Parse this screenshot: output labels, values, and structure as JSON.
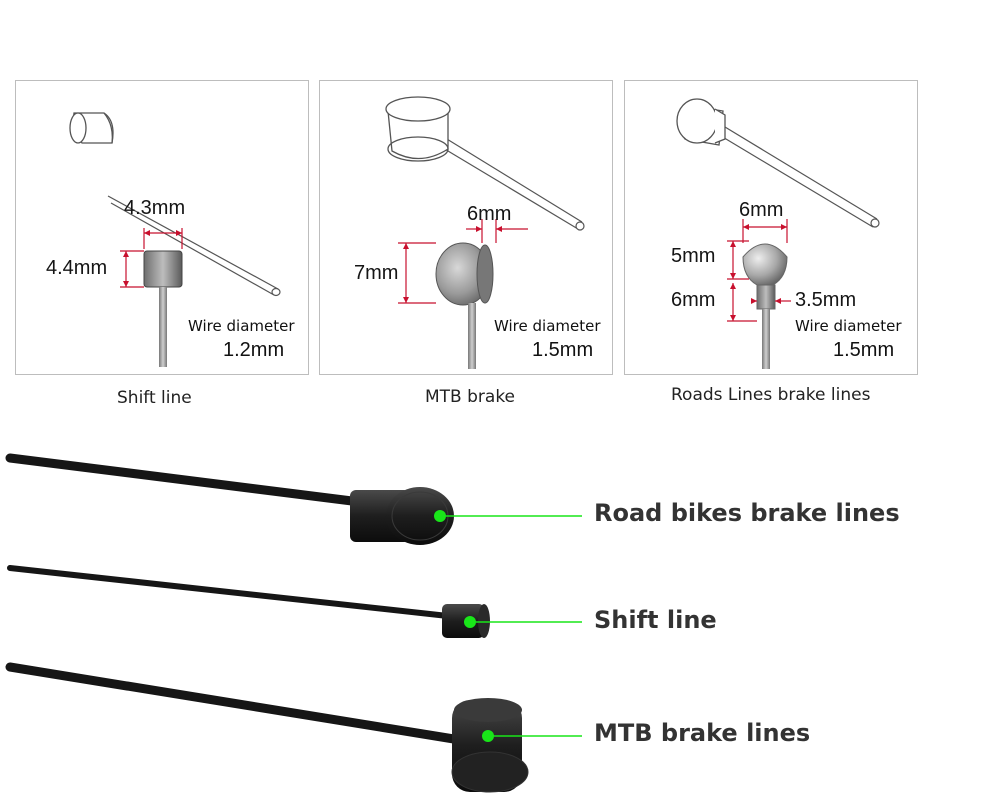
{
  "panels": [
    {
      "caption": "Shift line",
      "dim_width": "4.3mm",
      "dim_height": "4.4mm",
      "wire_label": "Wire diameter",
      "wire_value": "1.2mm"
    },
    {
      "caption": "MTB brake",
      "dim_width": "6mm",
      "dim_height": "7mm",
      "wire_label": "Wire diameter",
      "wire_value": "1.5mm"
    },
    {
      "caption": "Roads Lines brake lines",
      "dim_width": "6mm",
      "dim_height_top": "5mm",
      "dim_height_bottom": "6mm",
      "dim_neck": "3.5mm",
      "wire_label": "Wire diameter",
      "wire_value": "1.5mm"
    }
  ],
  "callouts": [
    "Road bikes brake lines",
    "Shift line",
    "MTB brake lines"
  ],
  "colors": {
    "dimension_line": "#c8102e",
    "callout_line": "#19e619",
    "panel_border": "#bdbdbd"
  }
}
